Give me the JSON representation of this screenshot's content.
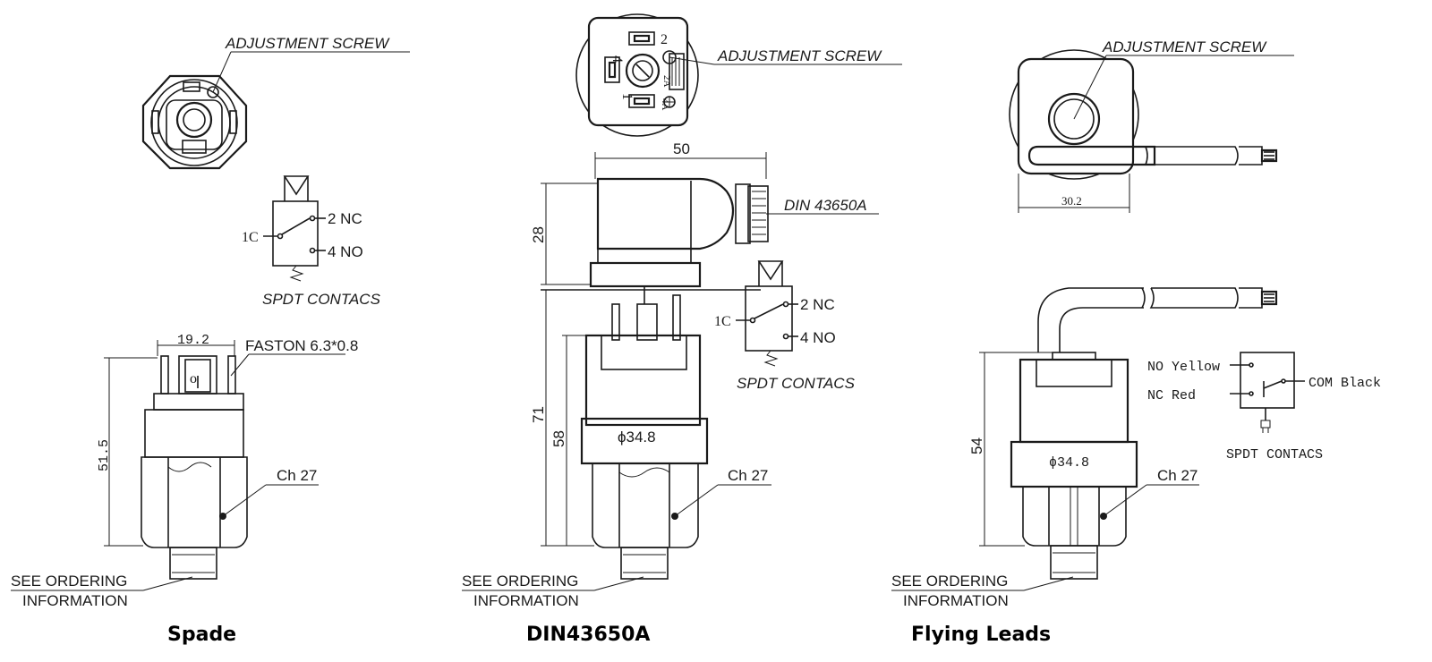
{
  "spade": {
    "caption": "Spade",
    "adjustment_screw": "ADJUSTMENT SCREW",
    "contact_common": "1C",
    "contact_nc": "2 NC",
    "contact_no": "4 NO",
    "spdt_label": "SPDT CONTACS",
    "width_dim": "19.2",
    "height_dim": "51.5",
    "faston": "FASTON 6.3*0.8",
    "hex": "Ch 27",
    "ordering_line1": "SEE ORDERING",
    "ordering_line2": "INFORMATION"
  },
  "din": {
    "caption": "DIN43650A",
    "adjustment_screw": "ADJUSTMENT SCREW",
    "connector_label": "DIN 43650A",
    "width_dim": "50",
    "connector_height_dim": "28",
    "total_height_dim": "71",
    "body_height_dim": "58",
    "diameter": "ϕ34.8",
    "contact_common": "1C",
    "contact_nc": "2 NC",
    "contact_no": "4 NO",
    "spdt_label": "SPDT CONTACS",
    "hex": "Ch 27",
    "ordering_line1": "SEE ORDERING",
    "ordering_line2": "INFORMATION",
    "pin_top": "2",
    "pin_left": "4",
    "pin_bottom": "1",
    "pin_right_top": "2A",
    "pin_right_bottom": "4A"
  },
  "flying": {
    "caption": "Flying Leads",
    "adjustment_screw": "ADJUSTMENT SCREW",
    "width_dim": "30.2",
    "height_dim": "54",
    "diameter": "ϕ34.8",
    "no_wire": "NO Yellow",
    "nc_wire": "NC Red",
    "com_wire": "COM Black",
    "spdt_label": "SPDT CONTACS",
    "hex": "Ch 27",
    "ordering_line1": "SEE ORDERING",
    "ordering_line2": "INFORMATION"
  }
}
